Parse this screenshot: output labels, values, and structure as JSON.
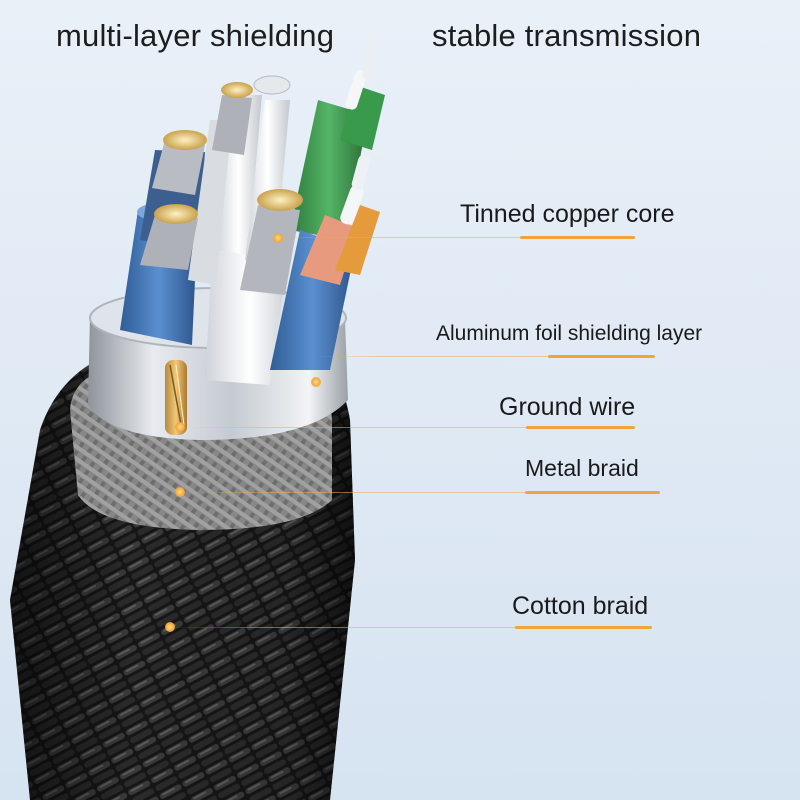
{
  "headlines": {
    "left": "multi-layer shielding",
    "right": "stable transmission"
  },
  "labels": {
    "tinned_copper_core": "Tinned copper core",
    "aluminum_foil": "Aluminum foil shielding layer",
    "ground_wire": "Ground wire",
    "metal_braid": "Metal braid",
    "cotton_braid": "Cotton braid"
  },
  "colors": {
    "accent_line": "#f1a43a",
    "jacket": "#1b1b1b",
    "foil": "#c9cdd3",
    "copper": "#e3c98a"
  }
}
